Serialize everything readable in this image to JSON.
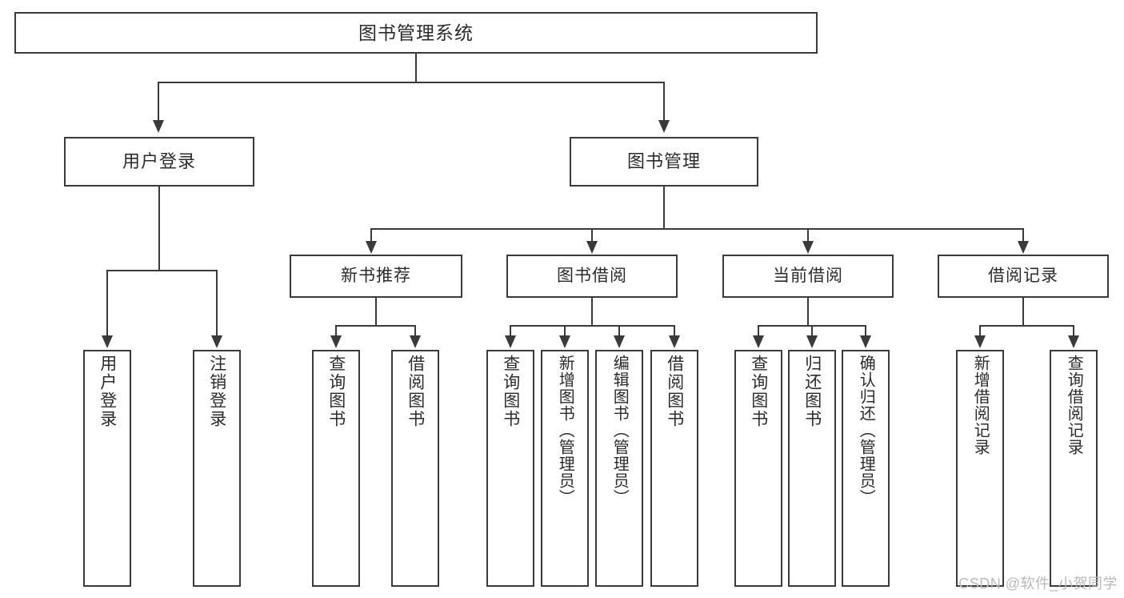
{
  "diagram": {
    "type": "tree-hierarchy",
    "title": "图书管理系统",
    "root": {
      "label": "图书管理系统"
    },
    "level2": [
      {
        "label": "用户登录"
      },
      {
        "label": "图书管理"
      }
    ],
    "level3": [
      {
        "label": "新书推荐",
        "parent": "图书管理"
      },
      {
        "label": "图书借阅",
        "parent": "图书管理"
      },
      {
        "label": "当前借阅",
        "parent": "图书管理"
      },
      {
        "label": "借阅记录",
        "parent": "图书管理"
      }
    ],
    "leaves": {
      "user_login": [
        {
          "label": "用户登录"
        },
        {
          "label": "注销登录"
        }
      ],
      "new_book_recommend": [
        {
          "label": "查询图书"
        },
        {
          "label": "借阅图书"
        }
      ],
      "book_borrow": [
        {
          "label": "查询图书"
        },
        {
          "label": "新增图书（管理员）"
        },
        {
          "label": "编辑图书（管理员）"
        },
        {
          "label": "借阅图书"
        }
      ],
      "current_borrow": [
        {
          "label": "查询图书"
        },
        {
          "label": "归还图书"
        },
        {
          "label": "确认归还（管理员）"
        }
      ],
      "borrow_record": [
        {
          "label": "新增借阅记录"
        },
        {
          "label": "查询借阅记录"
        }
      ]
    }
  },
  "watermark": {
    "text": "CSDN @软件_小贺同学"
  },
  "colors": {
    "stroke": "#3a3a3a",
    "text": "#2b2b2b",
    "background": "#ffffff",
    "watermark": "#b9b9b9"
  }
}
